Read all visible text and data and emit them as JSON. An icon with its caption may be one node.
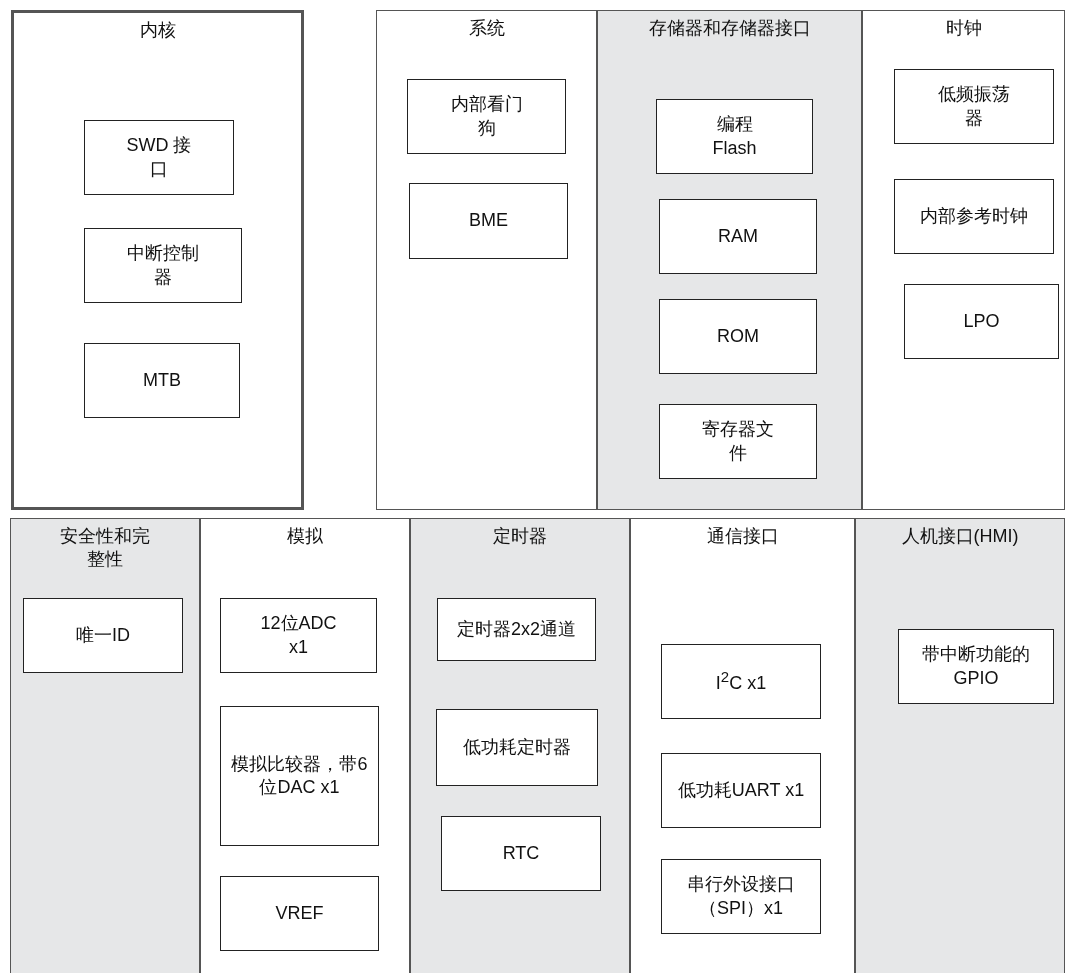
{
  "diagram": {
    "nodes": [
      {
        "text": [
          "内核"
        ]
      },
      {
        "text": [
          "SWD 接口"
        ],
        "in": 0
      },
      {
        "text": [
          "中断控制器"
        ],
        "in": 0
      },
      {
        "text": [
          "MTB"
        ],
        "in": 0
      },
      {
        "text": [
          "系统"
        ]
      },
      {
        "text": [
          "内部看门狗"
        ],
        "in": 4
      },
      {
        "text": [
          "BME"
        ],
        "in": 4
      },
      {
        "text": [
          "存储器和存储器接口"
        ]
      },
      {
        "text": [
          "编程 Flash"
        ],
        "in": 7
      },
      {
        "text": [
          "RAM"
        ],
        "in": 7
      },
      {
        "text": [
          "ROM"
        ],
        "in": 7
      },
      {
        "text": [
          "寄存器文件"
        ],
        "in": 7
      },
      {
        "text": [
          "时钟"
        ]
      },
      {
        "text": [
          "低频振荡器"
        ],
        "in": 12
      },
      {
        "text": [
          "内部参考时钟"
        ],
        "in": 12
      },
      {
        "text": [
          "LPO"
        ],
        "in": 12
      },
      {
        "text": [
          "安全性和完整性"
        ]
      },
      {
        "text": [
          "唯一ID"
        ],
        "in": 16
      },
      {
        "text": [
          "模拟"
        ]
      },
      {
        "text": [
          "12位ADC x1"
        ],
        "in": 18
      },
      {
        "text": [
          "模拟比较器，带6位DAC x1"
        ],
        "in": 18
      },
      {
        "text": [
          "VREF"
        ],
        "in": 18
      },
      {
        "text": [
          "定时器"
        ]
      },
      {
        "text": [
          "定时器2x2通道"
        ],
        "in": 22
      },
      {
        "text": [
          "低功耗定时器"
        ],
        "in": 22
      },
      {
        "text": [
          "RTC"
        ],
        "in": 22
      },
      {
        "text": [
          "通信接口"
        ]
      },
      {
        "text": [
          "I$^{2}$C x1"
        ],
        "in": 26
      },
      {
        "text": [
          "低功耗UART x1"
        ],
        "in": 26
      },
      {
        "text": [
          "串行外设接口（SPI）x1"
        ],
        "in": 26
      },
      {
        "text": [
          "人机接口(HMI)"
        ]
      },
      {
        "text": [
          "带中断功能的GPIO"
        ],
        "in": 30
      }
    ]
  }
}
